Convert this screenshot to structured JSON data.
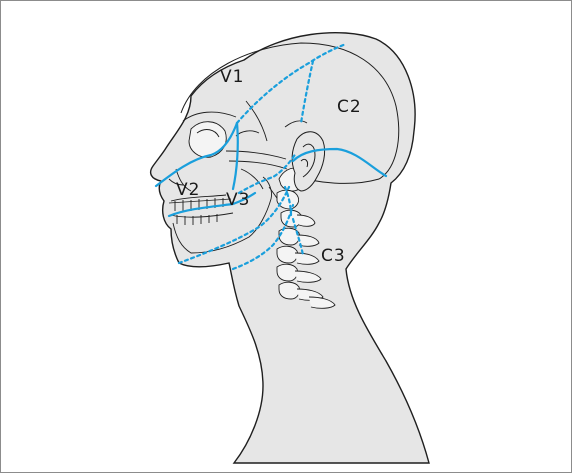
{
  "figure": {
    "regions": [
      {
        "id": "v1",
        "label": "V1"
      },
      {
        "id": "v2",
        "label": "V2"
      },
      {
        "id": "v3",
        "label": "V3"
      },
      {
        "id": "c2",
        "label": "C2"
      },
      {
        "id": "c3",
        "label": "C3"
      }
    ],
    "colors": {
      "background": "#ffffff",
      "skin": "#e6e6e6",
      "outline": "#1f1f1f",
      "bone_fill": "#f4f4f4",
      "boundary": "#1a9fdc",
      "frame": "#8c8c8c"
    }
  }
}
